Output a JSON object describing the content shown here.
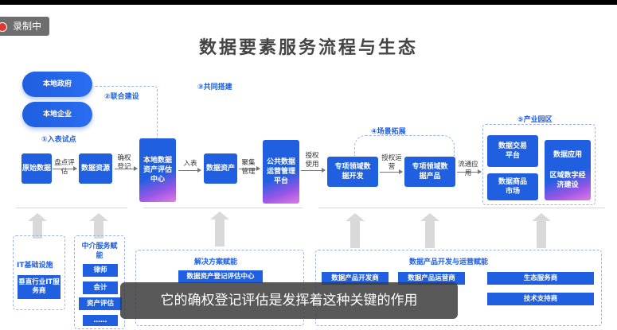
{
  "recording_badge": "录制中",
  "title": "数据要素服务流程与生态",
  "steps": {
    "s1": "①入表试点",
    "s2": "②联合建设",
    "s3": "③共同搭建",
    "s4": "④场景拓展",
    "s5": "⑤产业园区"
  },
  "nodes": {
    "local_gov": "本地政府",
    "local_ent": "本地企业",
    "raw_data": "原始数据",
    "data_res": "数据资源",
    "center": "本地数据资产评估中心",
    "data_asset": "数据资产",
    "platform": "公共数据运营管理平台",
    "dev": "专项领域数据开发",
    "product": "专项领域数据产品",
    "exchange": "数据交易平台",
    "market": "数据商品市场",
    "app": "数据应用",
    "region": "区域数字经济建设"
  },
  "edges": {
    "inventory": "盘点评估",
    "confirm": "确权登记",
    "entry": "入表",
    "gather": "聚集管理",
    "authorize": "授权使用",
    "auth_op": "授权运营",
    "circulate": "流通应用"
  },
  "bottom": {
    "it_title": "IT基础设施",
    "it_item": "垂直行业IT服务商",
    "agency_title": "中介服务赋能",
    "agency_items": [
      "律师",
      "会计",
      "资产评估",
      "……"
    ],
    "solution_title": "解决方案赋能",
    "solution_item": "数据资产登记评估中心",
    "product_title": "数据产品开发与运营赋能",
    "product_items": [
      "数据产品开发商",
      "数据产品运营商",
      "生态服务商",
      "技术支持商"
    ]
  },
  "subtitle": "它的确权登记评估是发挥着这种关键的作用"
}
